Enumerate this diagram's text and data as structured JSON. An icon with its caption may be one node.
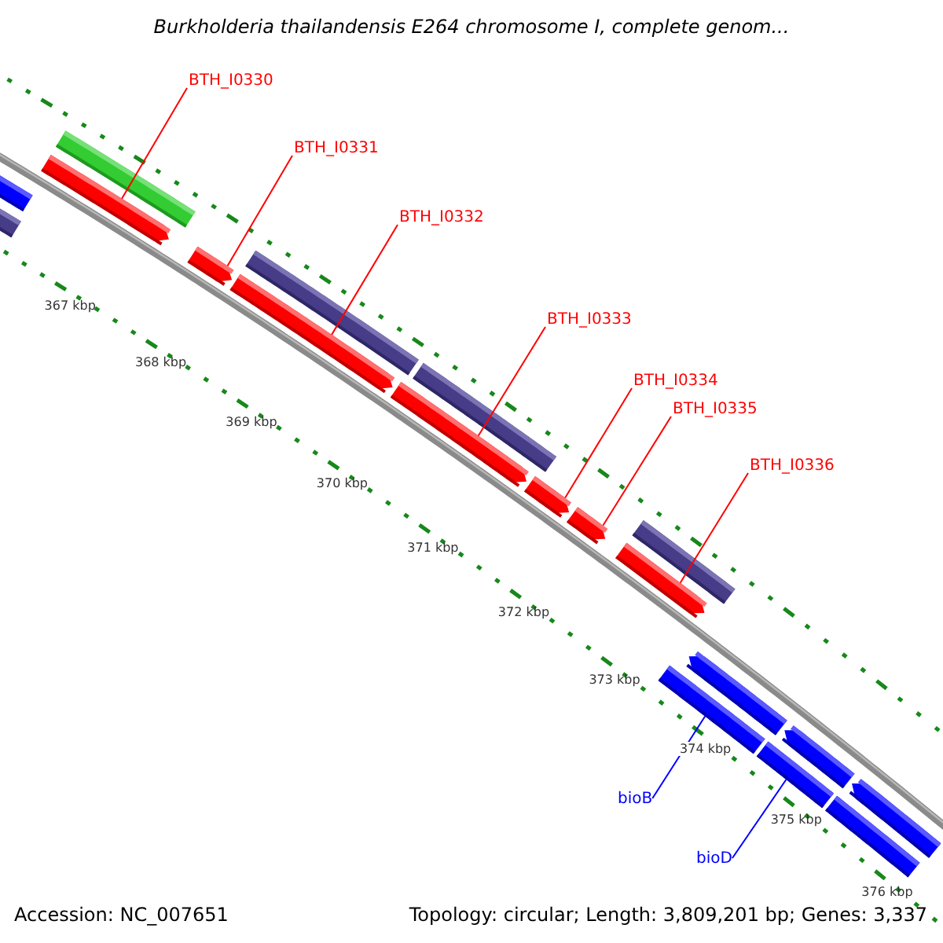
{
  "diagram": {
    "title": "Burkholderia thailandensis E264 chromosome I, complete genom...",
    "nodes": [
      {
        "text": [
          "BTH_I0330"
        ]
      },
      {
        "text": [
          "BTH_I0331"
        ]
      },
      {
        "text": [
          "BTH_I0332"
        ]
      },
      {
        "text": [
          "BTH_I0333"
        ]
      },
      {
        "text": [
          "BTH_I0334"
        ]
      },
      {
        "text": [
          "BTH_I0335"
        ]
      },
      {
        "text": [
          "BTH_I0336"
        ]
      },
      {
        "text": [
          "bioB"
        ]
      },
      {
        "text": [
          "bioD"
        ]
      },
      {
        "text": [],
        "shape": "bar"
      },
      {
        "text": [],
        "shape": "bar"
      },
      {
        "text": [],
        "shape": "bar"
      },
      {
        "text": [],
        "shape": "bar"
      },
      {
        "text": [],
        "shape": "bar"
      },
      {
        "text": [],
        "shape": "bar"
      },
      {
        "text": [],
        "shape": "bar"
      },
      {
        "text": [],
        "shape": "bar"
      },
      {
        "text": [],
        "shape": "bar"
      },
      {
        "text": [],
        "shape": "bar"
      },
      {
        "text": [],
        "shape": "bar"
      },
      {
        "text": [],
        "shape": "bar"
      },
      {
        "text": [],
        "shape": "bar"
      },
      {
        "text": [],
        "shape": "bar"
      },
      {
        "text": [],
        "shape": "bar"
      },
      {
        "text": [],
        "shape": "bar"
      },
      {
        "text": [],
        "shape": "bar"
      },
      {
        "text": [],
        "shape": "bar"
      },
      {
        "text": [],
        "shape": "bar"
      }
    ],
    "edges": [
      {
        "from": 0,
        "to": 9,
        "arrow": "none"
      },
      {
        "from": 1,
        "to": 10,
        "arrow": "none"
      },
      {
        "from": 2,
        "to": 11,
        "arrow": "none"
      },
      {
        "from": 3,
        "to": 12,
        "arrow": "none"
      },
      {
        "from": 4,
        "to": 13,
        "arrow": "none"
      },
      {
        "from": 5,
        "to": 14,
        "arrow": "none"
      },
      {
        "from": 6,
        "to": 15,
        "arrow": "none"
      },
      {
        "from": 7,
        "to": 16,
        "arrow": "none",
        "color": "#0000ff"
      },
      {
        "from": 8,
        "to": 17,
        "arrow": "none",
        "color": "#0000ff"
      }
    ],
    "labels": [
      "367 kbp",
      "368 kbp",
      "369 kbp",
      "370 kbp",
      "371 kbp",
      "372 kbp",
      "373 kbp",
      "374 kbp",
      "375 kbp",
      "376 kbp",
      "Accession: NC_007651",
      "Topology: circular; Length: 3,809,201 bp; Genes: 3,337"
    ]
  }
}
